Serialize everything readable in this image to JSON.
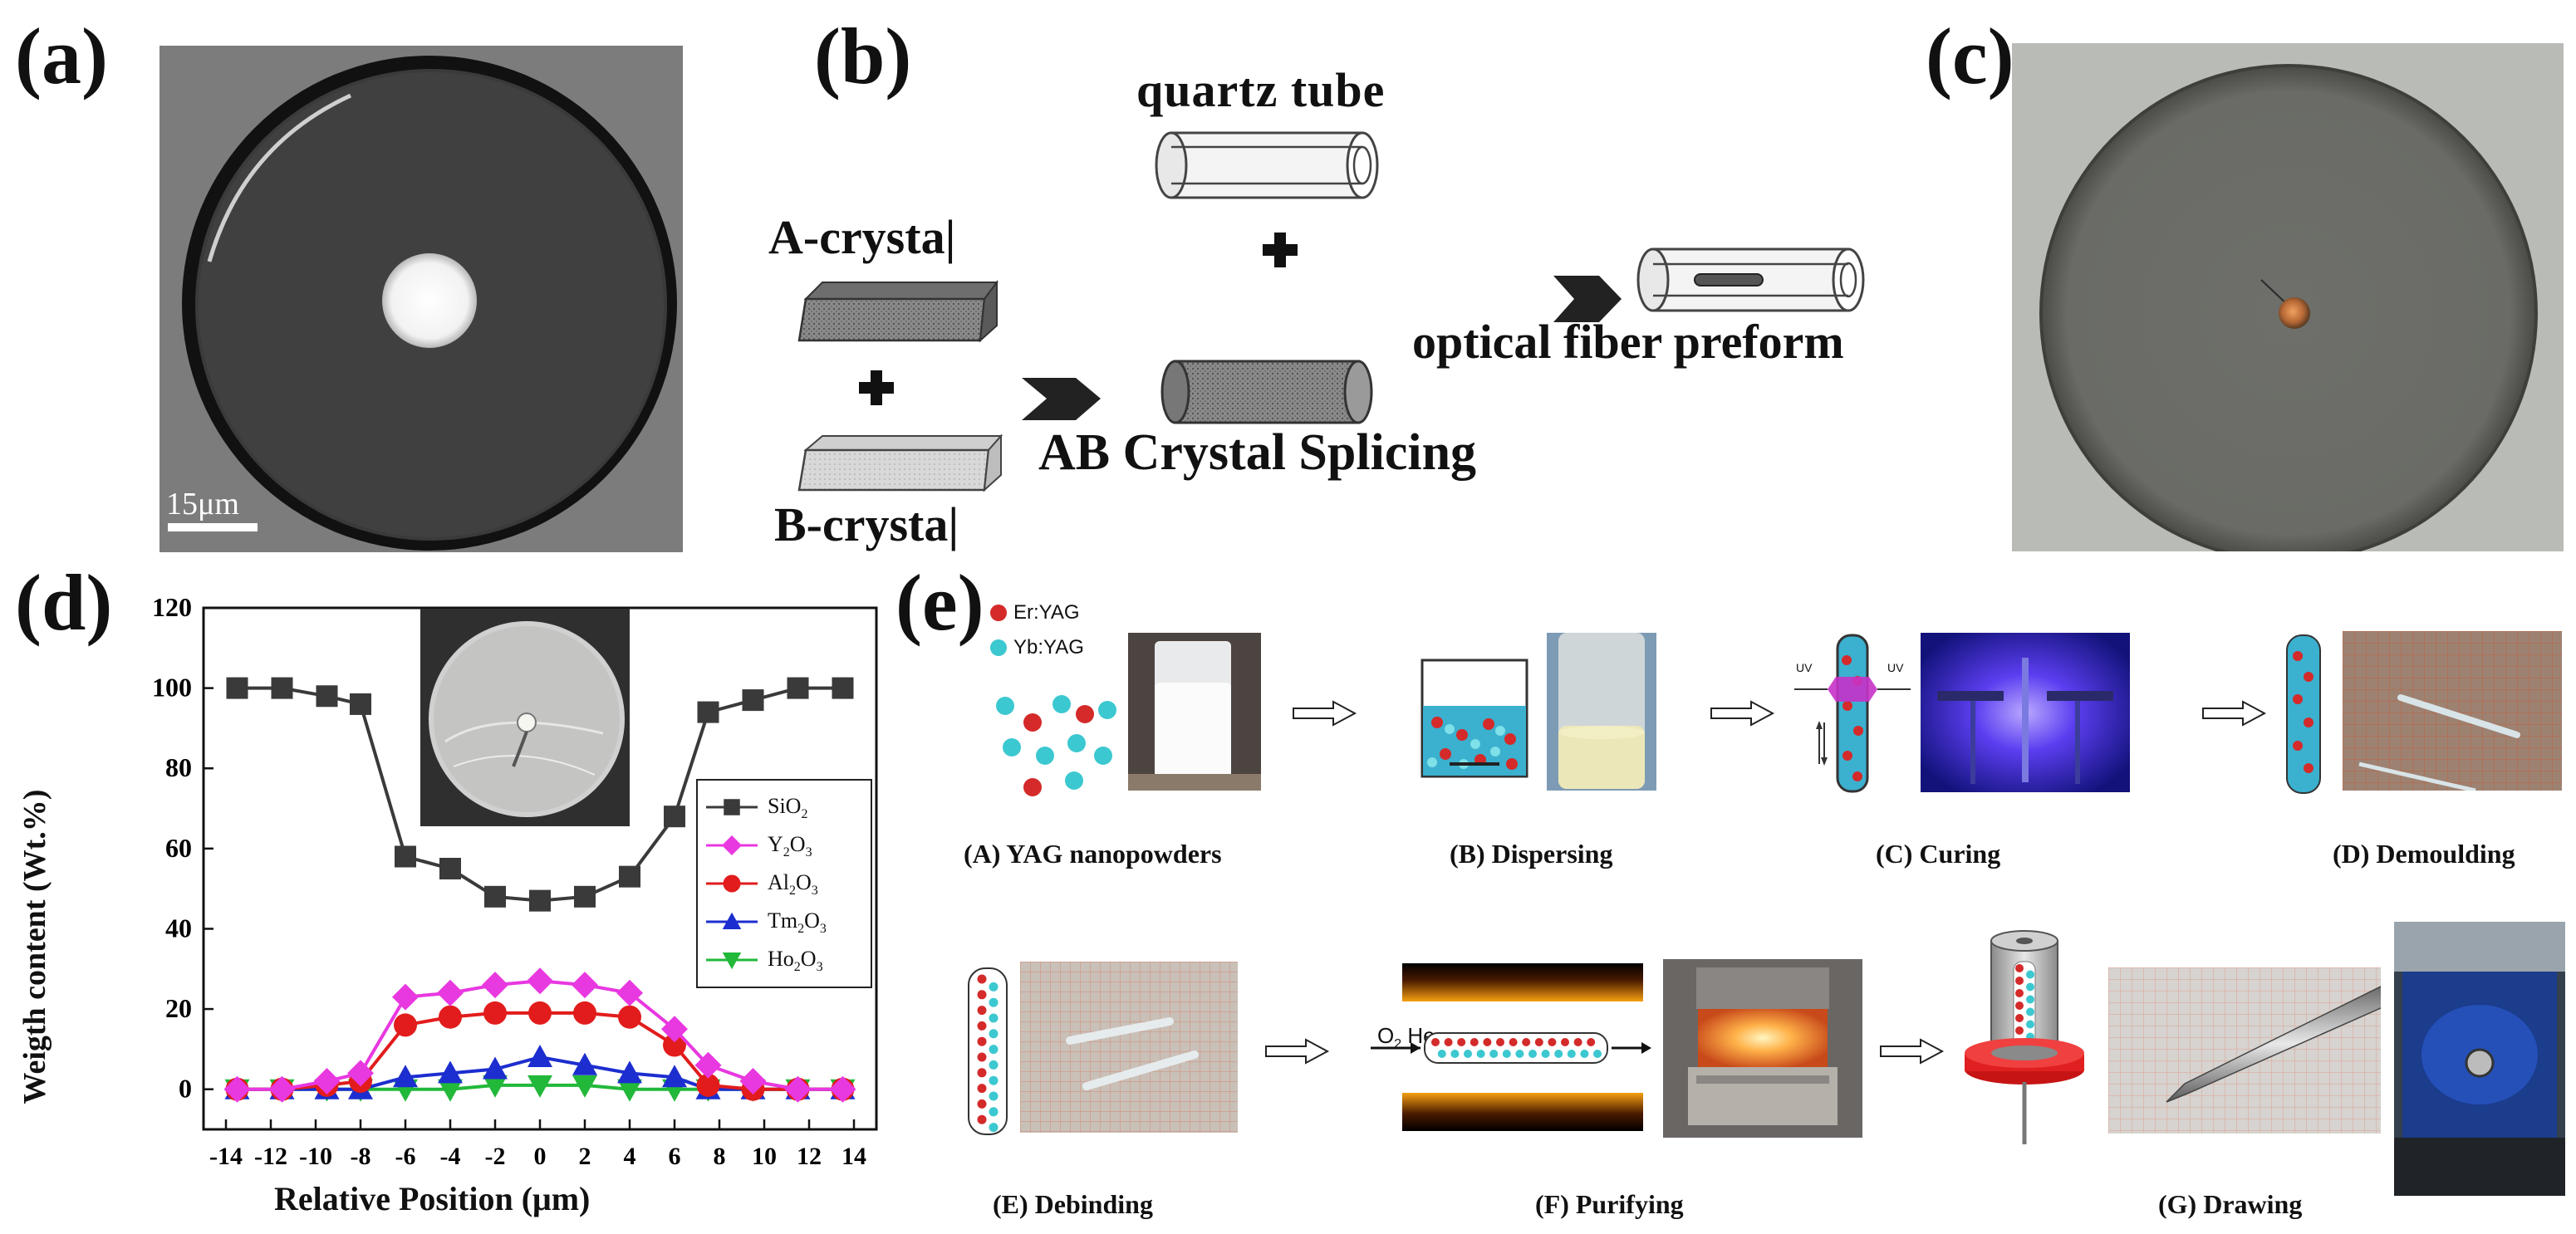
{
  "panels": {
    "a": {
      "label": "(a)",
      "scale_bar": "15μm"
    },
    "b": {
      "label": "(b)",
      "quartz_tube": "quartz tube",
      "a_crystal": "A-crysta|",
      "b_crystal": "B-crysta|",
      "splicing": "AB Crystal Splicing",
      "preform": "optical fiber preform"
    },
    "c": {
      "label": "(c)"
    },
    "d": {
      "label": "(d)"
    },
    "e": {
      "label": "(e)",
      "legend_er": "Er:YAG",
      "legend_yb": "Yb:YAG",
      "uv": "UV",
      "gas": "O",
      "gas_sub": "2",
      "gas_he": " He",
      "steps": [
        "(A) YAG nanopowders",
        "(B) Dispersing",
        "(C) Curing",
        "(D) Demoulding",
        "(E) Debinding",
        "(F) Purifying",
        "(G) Drawing"
      ]
    }
  },
  "colors": {
    "er": "#d42a2a",
    "yb": "#3cc8d0",
    "sio2": "#3a3a3a",
    "y2o3": "#e838e0",
    "al2o3": "#e21c1c",
    "tm2o3": "#1c2ecf",
    "ho2o3": "#22b83a"
  },
  "chart_data": {
    "type": "line",
    "xlabel": "Relative Position (μm)",
    "ylabel": "Weigth content (Wt.%)",
    "xlim": [
      -15,
      15
    ],
    "ylim": [
      -10,
      120
    ],
    "xticks": [
      -14,
      -12,
      -10,
      -8,
      -6,
      -4,
      -2,
      0,
      2,
      4,
      6,
      8,
      10,
      12,
      14
    ],
    "yticks": [
      0,
      20,
      40,
      60,
      80,
      100,
      120
    ],
    "x": [
      -13.5,
      -11.5,
      -9.5,
      -8,
      -6,
      -4,
      -2,
      0,
      2,
      4,
      6,
      7.5,
      9.5,
      11.5,
      13.5
    ],
    "series": [
      {
        "name": "SiO",
        "sub": "2",
        "marker": "square",
        "color_key": "sio2",
        "values": [
          100,
          100,
          98,
          96,
          58,
          55,
          48,
          47,
          48,
          53,
          68,
          94,
          97,
          100,
          100
        ]
      },
      {
        "name": "Y",
        "sub": "2",
        "tail": "O",
        "sub2": "3",
        "marker": "diamond",
        "color_key": "y2o3",
        "values": [
          0,
          0,
          2,
          4,
          23,
          24,
          26,
          27,
          26,
          24,
          15,
          6,
          2,
          0,
          0
        ]
      },
      {
        "name": "Al",
        "sub": "2",
        "tail": "O",
        "sub2": "3",
        "marker": "circle",
        "color_key": "al2o3",
        "values": [
          0,
          0,
          1,
          2,
          16,
          18,
          19,
          19,
          19,
          18,
          11,
          1,
          0,
          0,
          0
        ]
      },
      {
        "name": "Tm",
        "sub": "2",
        "tail": "O",
        "sub2": "3",
        "marker": "triangle",
        "color_key": "tm2o3",
        "values": [
          0,
          0,
          0,
          0,
          3,
          4,
          5,
          8,
          6,
          4,
          3,
          0,
          0,
          0,
          0
        ]
      },
      {
        "name": "Ho",
        "sub": "2",
        "tail": "O",
        "sub2": "3",
        "marker": "triangle-down",
        "color_key": "ho2o3",
        "values": [
          0,
          0,
          0,
          0,
          0,
          0,
          1,
          1,
          1,
          0,
          0,
          0,
          0,
          0,
          0
        ]
      }
    ],
    "legend_position": "right"
  }
}
